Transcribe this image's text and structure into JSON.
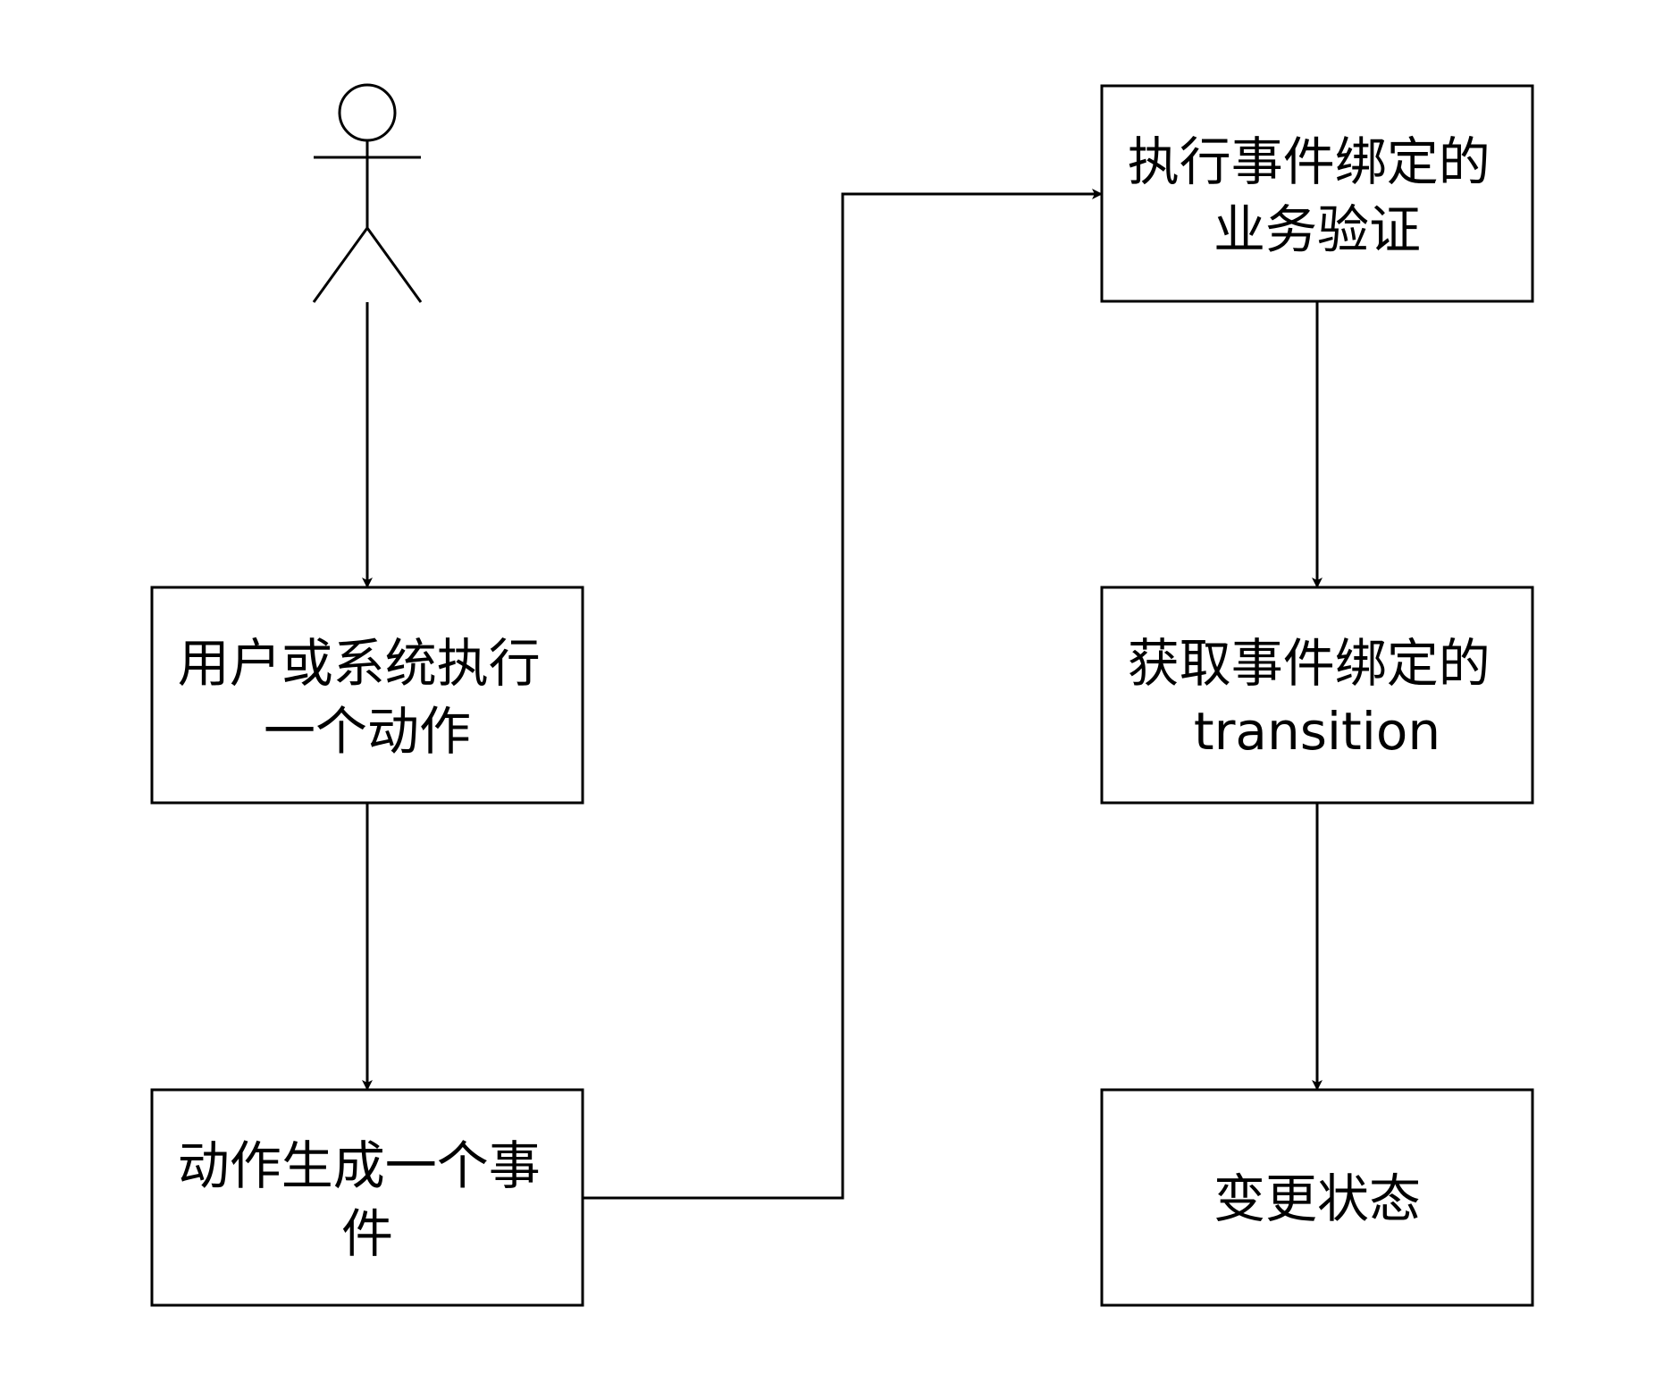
{
  "diagram": {
    "actor": {
      "label": ""
    },
    "nodes": [
      {
        "id": "user-action",
        "lines": [
          "用户或系统执行",
          "一个动作"
        ]
      },
      {
        "id": "action-event",
        "lines": [
          "动作生成一个事",
          "件"
        ]
      },
      {
        "id": "exec-validation",
        "lines": [
          "执行事件绑定的",
          "业务验证"
        ]
      },
      {
        "id": "get-transition",
        "lines": [
          "获取事件绑定的",
          "transition"
        ]
      },
      {
        "id": "change-state",
        "lines": [
          "变更状态"
        ]
      }
    ],
    "edges": [
      {
        "from": "actor",
        "to": "user-action"
      },
      {
        "from": "user-action",
        "to": "action-event"
      },
      {
        "from": "action-event",
        "to": "exec-validation"
      },
      {
        "from": "exec-validation",
        "to": "get-transition"
      },
      {
        "from": "get-transition",
        "to": "change-state"
      }
    ],
    "colors": {
      "stroke": "#000000",
      "fill": "#ffffff",
      "text": "#000000"
    }
  }
}
